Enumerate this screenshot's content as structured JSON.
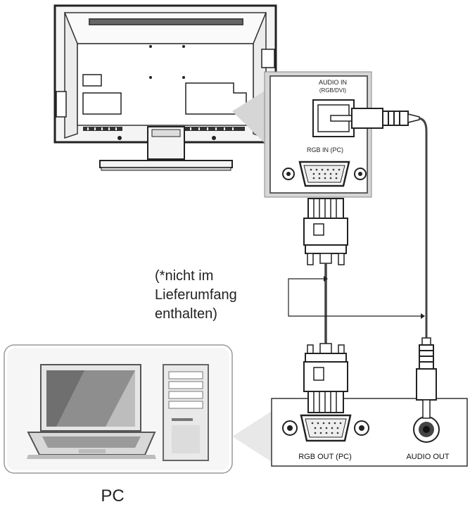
{
  "panel": {
    "audio_in_line1": "AUDIO IN",
    "audio_in_line2": "(RGB/DVI)",
    "rgb_in": "RGB IN (PC)"
  },
  "note": {
    "line1": "(*nicht im",
    "line2": "Lieferumfang",
    "line3": "enthalten)"
  },
  "pc_panel": {
    "rgb_out": "RGB OUT  (PC)",
    "audio_out": "AUDIO OUT"
  },
  "pc_label": "PC"
}
